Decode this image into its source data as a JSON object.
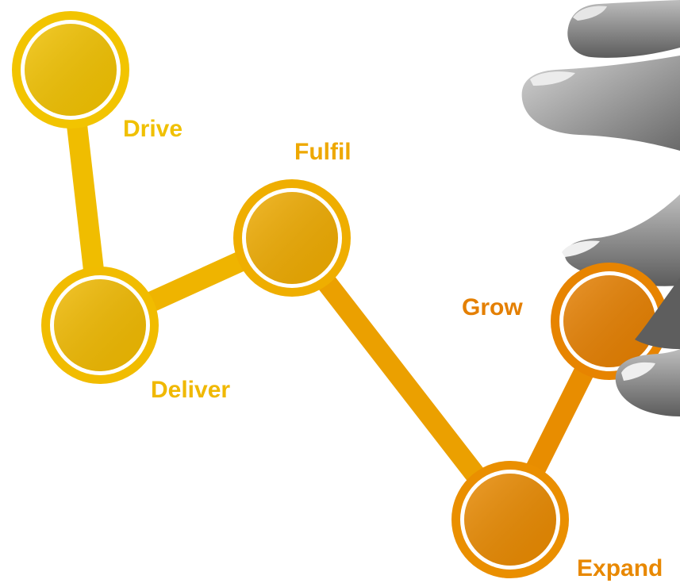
{
  "diagram": {
    "nodes": [
      {
        "id": "drive",
        "label": "Drive",
        "color": "#f0c000"
      },
      {
        "id": "deliver",
        "label": "Deliver",
        "color": "#f0b800"
      },
      {
        "id": "fulfil",
        "label": "Fulfil",
        "color": "#eea800"
      },
      {
        "id": "expand",
        "label": "Expand",
        "color": "#e88800"
      },
      {
        "id": "grow",
        "label": "Grow",
        "color": "#e47f00"
      }
    ],
    "connector_color": "#eeab00",
    "hand_icon": "pointing-hand-icon"
  }
}
